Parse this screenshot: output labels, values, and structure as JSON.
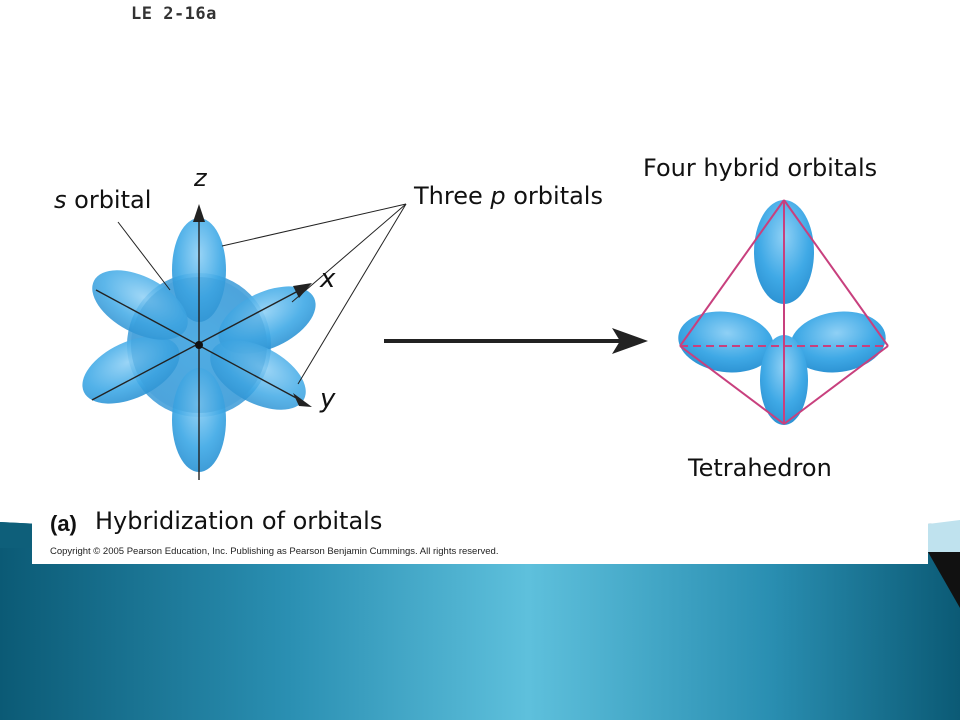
{
  "slide": {
    "title": "LE 2-16a"
  },
  "labels": {
    "s_orbital_italic": "s",
    "s_orbital_rest": " orbital",
    "p_orbitals_prefix": "Three ",
    "p_orbitals_italic": "p",
    "p_orbitals_suffix": " orbitals",
    "four_hybrid": "Four hybrid orbitals",
    "tetrahedron": "Tetrahedron",
    "axis_z": "z",
    "axis_x": "x",
    "axis_y": "y",
    "panel": "(a)",
    "caption": "Hybridization of orbitals",
    "copyright": "Copyright © 2005 Pearson Education, Inc. Publishing as Pearson Benjamin Cummings. All rights reserved."
  },
  "colors": {
    "orbital": "#3fa9e6",
    "orbital_light": "#8fd0f5",
    "tetra_edge": "#c8407e",
    "band_dark": "#0b5a75",
    "band_light": "#5ec0dc"
  }
}
